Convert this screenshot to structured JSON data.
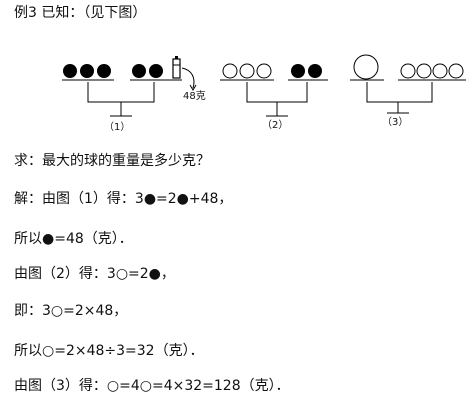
{
  "heading": "例3 已知：（见下图）",
  "figures": [
    {
      "label": "（1）",
      "left": {
        "filled": 3,
        "empty": 0
      },
      "right": {
        "filled": 2,
        "empty": 0
      },
      "weight": "48克"
    },
    {
      "label": "（2）",
      "left": {
        "filled": 0,
        "empty": 3
      },
      "right": {
        "filled": 2,
        "empty": 0
      }
    },
    {
      "label": "（3）",
      "left": {
        "big": 1
      },
      "right": {
        "filled": 0,
        "empty": 4
      }
    }
  ],
  "question": "求：最大的球的重量是多少克？",
  "lines": [
    "解：由图（1）得：3●=2●+48，",
    "所以●=48（克）．",
    "由图（2）得：3○=2●，",
    "即：3○=2×48，",
    "所以○=2×48÷3=32（克）．",
    "由图（3）得：○=4○=4×32=128（克）．"
  ]
}
